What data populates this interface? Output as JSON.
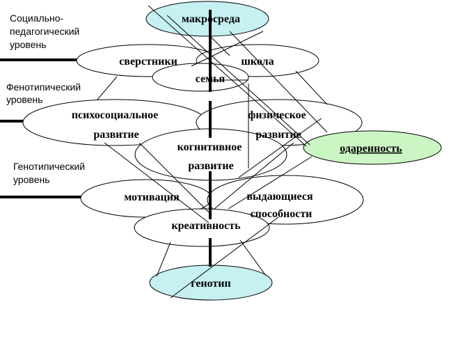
{
  "levels": {
    "social": [
      "Социально-",
      "педагогический",
      "уровень"
    ],
    "phenotypic": [
      "Фенотипический",
      "уровень"
    ],
    "genotypic": [
      "Генотипический",
      "уровень"
    ]
  },
  "nodes": {
    "macro": "макросреда",
    "peers": "сверстники",
    "school": "школа",
    "family": "семья",
    "psychosocial": [
      "психосоциальное",
      "развитие"
    ],
    "physical": [
      "физическое",
      "развитие"
    ],
    "cognitive": [
      "когнитивное",
      "развитие"
    ],
    "giftedness": "одаренность",
    "motivation": "мотивация",
    "abilities": [
      "выдающиеся",
      "способности"
    ],
    "creativity": "креативность",
    "genotype": "генотип"
  }
}
